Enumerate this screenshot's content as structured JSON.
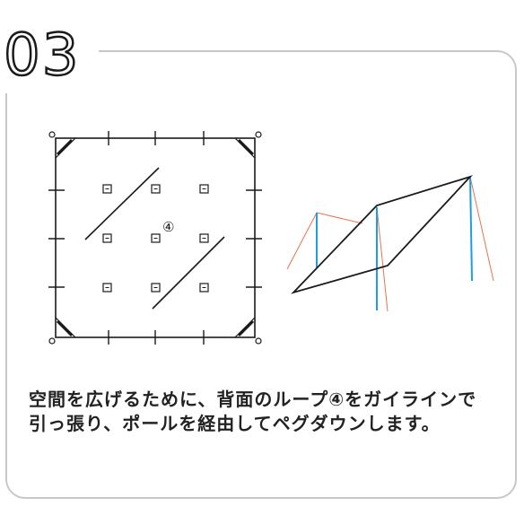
{
  "step_number": "03",
  "diagram": {
    "loop_marker": "④",
    "colors": {
      "tarp_outline": "#1a1a1a",
      "pole": "#1e9fdc",
      "guy_line": "#e8744a",
      "panel_border": "#c8c8c8"
    }
  },
  "instruction_text": "空間を広げるために、背面のループ④をガイラインで引っ張り、ポールを経由してペグダウンします。"
}
